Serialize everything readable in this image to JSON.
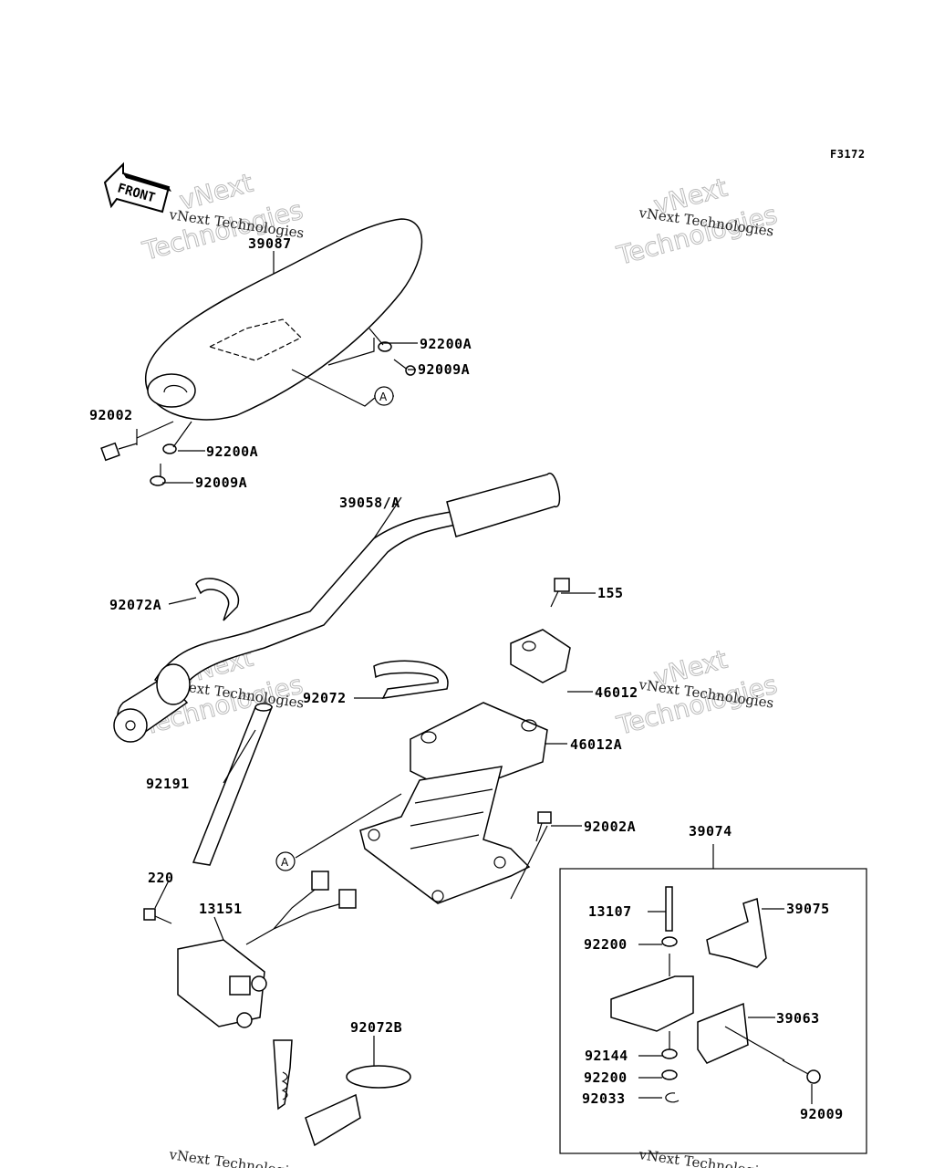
{
  "diagram": {
    "figure_code": "F3172",
    "front_label": "FRONT",
    "callout_a": "A",
    "watermark": {
      "line": "vNext Technologies",
      "big_top": "vNext",
      "big_bottom": "Technologies"
    },
    "labels": {
      "p39087": "39087",
      "p92200A_top": "92200A",
      "p92009A_top": "92009A",
      "p92002": "92002",
      "p92200A_low": "92200A",
      "p92009A_low": "92009A",
      "p39058A": "39058/A",
      "p92072A": "92072A",
      "p155": "155",
      "p92072": "92072",
      "p46012": "46012",
      "p46012A": "46012A",
      "p92191": "92191",
      "p92002A": "92002A",
      "p39074": "39074",
      "p220": "220",
      "p13151": "13151",
      "p13107": "13107",
      "p39075": "39075",
      "p92200_a": "92200",
      "p39063": "39063",
      "p92072B": "92072B",
      "p92144": "92144",
      "p92200_b": "92200",
      "p92033": "92033",
      "p92009": "92009"
    }
  }
}
